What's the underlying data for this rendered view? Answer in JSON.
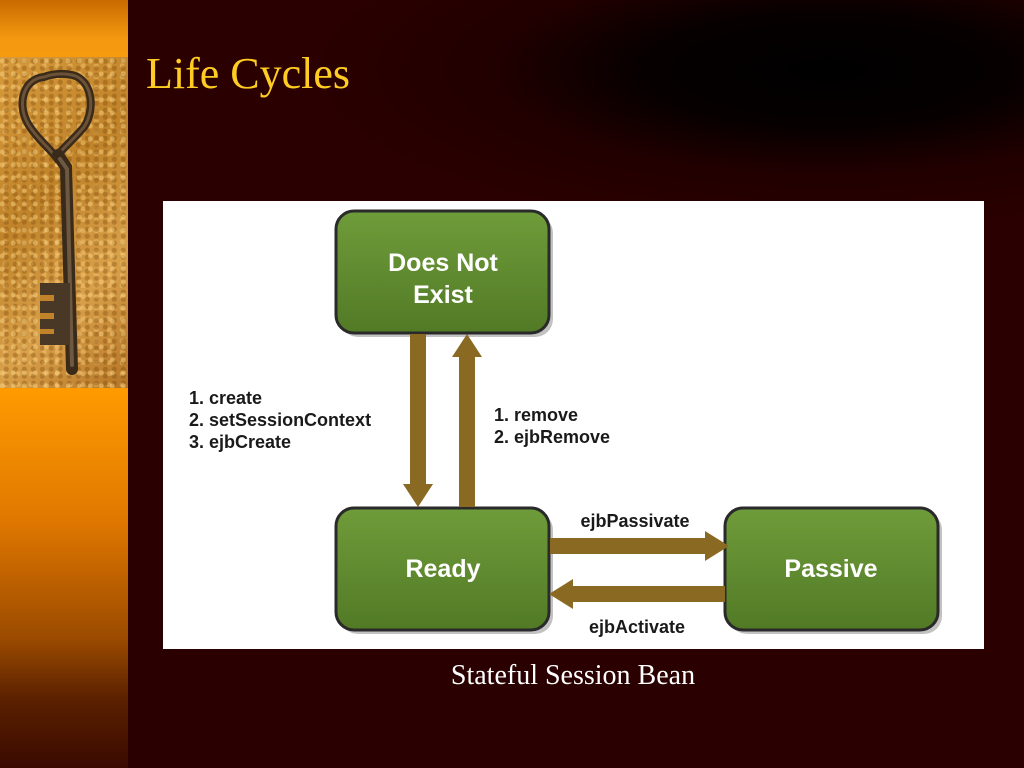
{
  "slide": {
    "title": "Life Cycles",
    "caption": "Stateful Session Bean"
  },
  "diagram": {
    "states": {
      "does_not_exist": [
        "Does Not",
        "Exist"
      ],
      "ready": "Ready",
      "passive": "Passive"
    },
    "transitions": {
      "create_steps": [
        "1. create",
        "2. setSessionContext",
        "3. ejbCreate"
      ],
      "remove_steps": [
        "1. remove",
        "2. ejbRemove"
      ],
      "passivate": "ejbPassivate",
      "activate": "ejbActivate"
    },
    "colors": {
      "state_fill": "#5e8a2e",
      "arrow": "#8a6a22"
    }
  }
}
